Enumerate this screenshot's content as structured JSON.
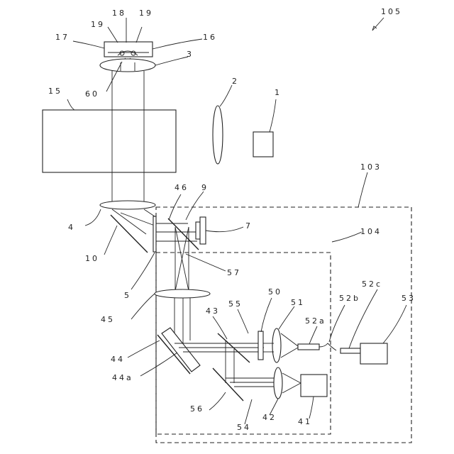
{
  "labels": {
    "l105": "105",
    "l1": "1",
    "l2": "2",
    "l3": "3",
    "l4": "4",
    "l5": "5",
    "l7": "7",
    "l9": "9",
    "l10": "10",
    "l15": "15",
    "l16": "16",
    "l17": "17",
    "l18": "18",
    "l19a": "19",
    "l19b": "19",
    "l41": "41",
    "l42": "42",
    "l43": "43",
    "l44": "44",
    "l44a": "44a",
    "l45": "45",
    "l46": "46",
    "l50": "50",
    "l51": "51",
    "l52a": "52a",
    "l52b": "52b",
    "l52c": "52c",
    "l53": "53",
    "l54": "54",
    "l55": "55",
    "l56": "56",
    "l57": "57",
    "l60": "60",
    "l103": "103",
    "l104": "104"
  }
}
